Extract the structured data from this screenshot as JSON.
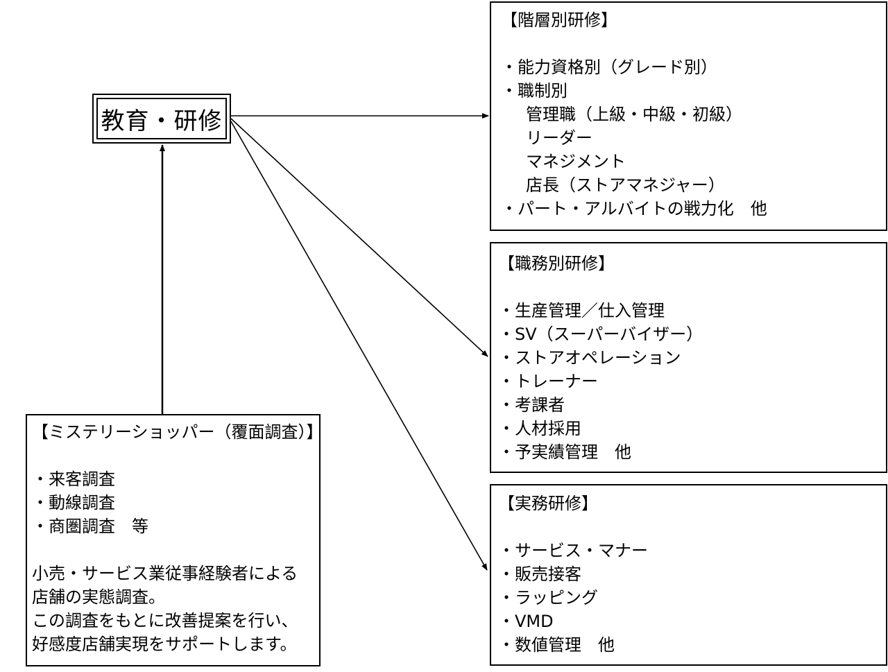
{
  "main": {
    "title": "教育・研修"
  },
  "boxes": {
    "kaisou": {
      "heading": "【階層別研修】",
      "items": [
        "・能力資格別（グレード別）",
        "・職制別",
        "管理職（上級・中級・初級）",
        "リーダー",
        "マネジメント",
        "店長（ストアマネジャー）",
        "・パート・アルバイトの戦力化　他"
      ]
    },
    "shokumu": {
      "heading": "【職務別研修】",
      "items": [
        "・生産管理／仕入管理",
        "・SV（スーパーバイザー）",
        "・ストアオペレーション",
        "・トレーナー",
        "・考課者",
        "・人材採用",
        "・予実績管理　他"
      ]
    },
    "jitsumu": {
      "heading": "【実務研修】",
      "items": [
        "・サービス・マナー",
        "・販売接客",
        "・ラッピング",
        "・VMD",
        "・数値管理　他"
      ]
    },
    "mystery": {
      "heading": "【ミステリーショッパー（覆面調査）】",
      "items": [
        "・来客調査",
        "・動線調査",
        "・商圏調査　等"
      ],
      "description": [
        "小売・サービス業従事経験者による",
        "店舗の実態調査。",
        "この調査をもとに改善提案を行い、",
        "好感度店舗実現をサポートします。"
      ]
    }
  },
  "colors": {
    "line": "#000000",
    "background": "#ffffff"
  }
}
